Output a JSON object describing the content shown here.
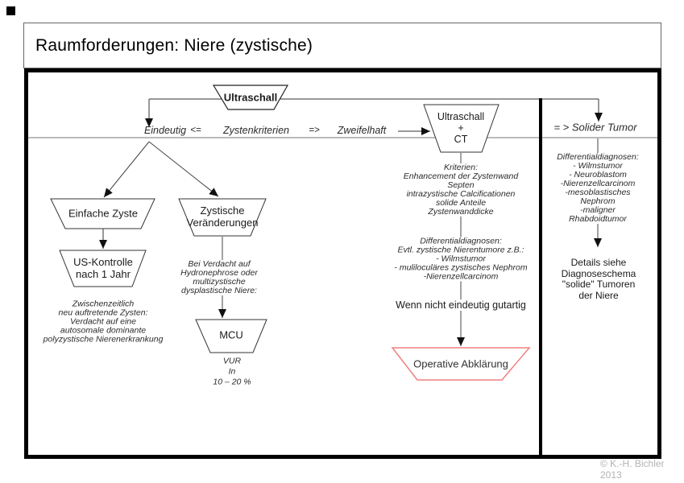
{
  "title": "Raumforderungen: Niere (zystische)",
  "flow": {
    "ultraschall": "Ultraschall",
    "eindeutig": "Eindeutig",
    "arrow_left": "<=",
    "zystenkriterien": "Zystenkriterien",
    "arrow_right": "=>",
    "zweifelhaft": "Zweifelhaft",
    "solider_tumor": "= > Solider Tumor"
  },
  "left_branch": {
    "einfache_zyste": "Einfache Zyste",
    "us_kontrolle": "US-Kontrolle\nnach 1 Jahr",
    "note": "Zwischenzeitlich\nneu auftretende Zysten:\nVerdacht auf eine\nautosomale dominante\npolyzystische Nierenerkrankung"
  },
  "center_left_branch": {
    "zystische_veraenderungen": "Zystische\nVeränderungen",
    "note": "Bei Verdacht auf\nHydronephrose oder\nmultizystische\ndysplastische Niere:",
    "mcu": "MCU",
    "vur_note": "VUR\nIn\n10 – 20 %"
  },
  "center_branch": {
    "ultraschall_ct": "Ultraschall\n+\nCT",
    "kriterien": "Kriterien:\nEnhancement der Zystenwand\nSepten\nintrazystische Calcificationen\nsolide Anteile\nZystenwanddicke",
    "differentialdiagnosen": "Differentialdiagnosen:\nEvtl. zystische Nierentumore z.B.:\n- Wilmstumor\n- muliloculäres zystisches Nephrom\n-Nierenzellcarcinom",
    "wenn_nicht": "Wenn nicht eindeutig gutartig",
    "operative_abklaerung": "Operative Abklärung"
  },
  "right_branch": {
    "differentialdiagnosen": "Differentialdiagnosen:\n- Wilmstumor\n- Neuroblastom\n-Nierenzellcarcinom\n-mesoblastisches Nephrom\n-maligner Rhabdoidtumor",
    "details": "Details siehe\nDiagnoseschema\n\"solide\" Tumoren der Niere"
  },
  "footer": {
    "copyright": "© K.-H. Bichler\n2013"
  },
  "colors": {
    "operative_border": "#f08080",
    "separator_gray": "#909090",
    "copyright_gray": "#b3b3b3"
  }
}
